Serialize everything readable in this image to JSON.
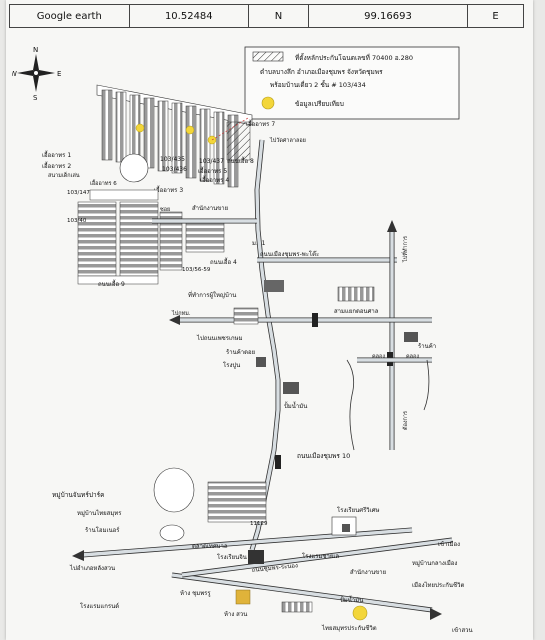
{
  "coords": {
    "source": "Google earth",
    "lat": "10.52484",
    "lat_dir": "N",
    "lon": "99.16693",
    "lon_dir": "E"
  },
  "compass": {
    "n": "N",
    "s": "S",
    "e": "E",
    "w": "W"
  },
  "legend": {
    "line1": "ที่ตั้งหลักประกันโฉนดเลขที่ 70400 อ.280",
    "line2": "ตำบลบางลึก อำเภอเมืองชุมพร จังหวัดชุมพร",
    "line3": "พร้อมบ้านเดี่ยว 2 ชั้น # 103/434",
    "line4": "ข้อมูลเปรียบเทียบ"
  },
  "labels": {
    "sale1": "เอื้ออาทร 7",
    "sale2": "ไปวัดศาลาลอย",
    "sale3": "เอื้ออาทร 1",
    "sale4": "เอื้ออาทร 2",
    "sale5": "สนามเด็กเล่น",
    "sale6": "เอื้ออาทร 6",
    "sale7": "103/435",
    "sale8": "103/437",
    "sale9": "103/436",
    "sale10": "เอื้ออาทร 5",
    "sale11": "เอื้ออาทร 4",
    "sale12": "เอื้ออาทร 3",
    "sale13": "ถนนเอื้อ 8",
    "sale14": "103/147",
    "sale15": "103/40",
    "sale16": "สำนักงานขาย",
    "sale17": "ซอย",
    "sale18": "ม.11",
    "sale19": "ถนนเอื้อ 4",
    "sale20": "103/56-59",
    "sale21": "ถนนเอื้อ 9",
    "road1": "ถนนเมืองชุมพร-พะโต๊ะ",
    "road2": "ไปที่ทำการ",
    "road3": "ที่ทำการผู้ใหญ่บ้าน",
    "road4": "ไปกทม.",
    "road5": "สามแยกดอนศาล",
    "road6": "ร้านค้า",
    "road7": "ไปถนนเพชรเกษม",
    "road8": "ร้านค้าดอย",
    "road9": "โรงปูน",
    "road10": "คลอง",
    "road11": "คลอง",
    "road12": "ต้องการ",
    "road13": "ปั้มน้ำมัน",
    "road14": "ถนนเมืองชุมพร 10",
    "road15": "ถนนชุมพร-ระนอง",
    "v1": "หมู่บ้านจันทร์ปาร์ค",
    "v2": "หมู่บ้านไทยสมุทร",
    "v3": "ร้านโฮมเนอร์",
    "v4": "ไปอำเภอหลังสวน",
    "v5": "โรงเรียนศรีวิเศษ",
    "v6": "ตลาดเทศบาล",
    "v7": "โรงเรียนจิน",
    "v8": "ห้าง ชุมพรรู",
    "v9": "โรงแรมแกรนด์",
    "v10": "โรงแรมชายเล",
    "v11": "สำนักงานขาย",
    "v12": "หมู่บ้านกลางเมือง",
    "v13": "เมืองไทยประกันชีวิต",
    "v14": "ปั้มน้ำมัน",
    "v15": "ห้าง สวน",
    "v16": "ไทยสมุทรประกันชีวิต",
    "v17": "เข้าเมือง",
    "v18": "เข้าสวน",
    "v19": "11129"
  }
}
